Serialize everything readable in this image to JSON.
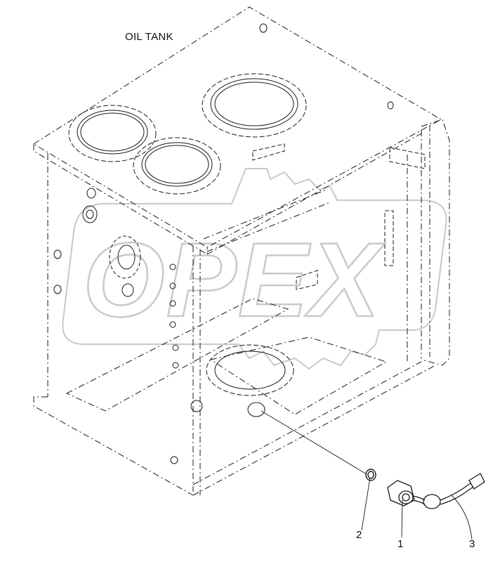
{
  "title": "OIL TANK",
  "watermark": "OPEX",
  "callouts": [
    {
      "id": "1",
      "label": "1",
      "part": "sensor-with-harness"
    },
    {
      "id": "2",
      "label": "2",
      "part": "o-ring"
    },
    {
      "id": "3",
      "label": "3",
      "part": "wire-connector"
    }
  ],
  "colors": {
    "line": "#1a1a1a",
    "watermark": "#cfcfcf"
  }
}
